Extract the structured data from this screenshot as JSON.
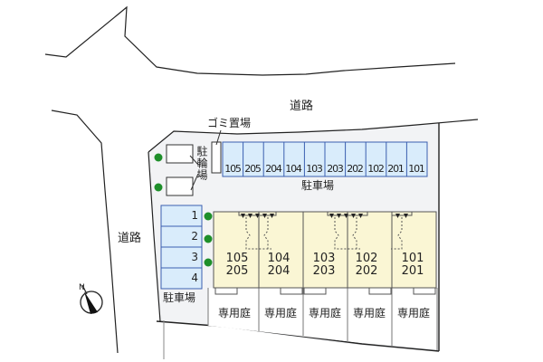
{
  "map": {
    "roads": [
      {
        "id": "north",
        "label": "道路"
      },
      {
        "id": "west",
        "label": "道路"
      }
    ],
    "compass": {
      "label": "N"
    },
    "garbage_area": {
      "label": "ゴミ置場"
    },
    "bicycle_parking": {
      "label": "駐輪場"
    },
    "top_parking": {
      "label": "駐車場",
      "stalls": [
        "105",
        "205",
        "204",
        "104",
        "103",
        "203",
        "202",
        "102",
        "201",
        "101"
      ]
    },
    "left_parking": {
      "label": "駐車場",
      "stalls": [
        "1",
        "2",
        "3",
        "4"
      ]
    },
    "building": {
      "units": [
        {
          "lower": "105",
          "upper": "205"
        },
        {
          "lower": "104",
          "upper": "204"
        },
        {
          "lower": "103",
          "upper": "203"
        },
        {
          "lower": "102",
          "upper": "202"
        },
        {
          "lower": "101",
          "upper": "201"
        }
      ]
    },
    "private_gardens": [
      "専用庭",
      "専用庭",
      "専用庭",
      "専用庭",
      "専用庭"
    ],
    "colors": {
      "lot_fill": "#f2f3f5",
      "parking_fill": "#d9ecfb",
      "parking_stroke": "#3a5fb0",
      "building_fill": "#faf6d4",
      "tree": "#1e8f2a",
      "line": "#222222"
    }
  }
}
